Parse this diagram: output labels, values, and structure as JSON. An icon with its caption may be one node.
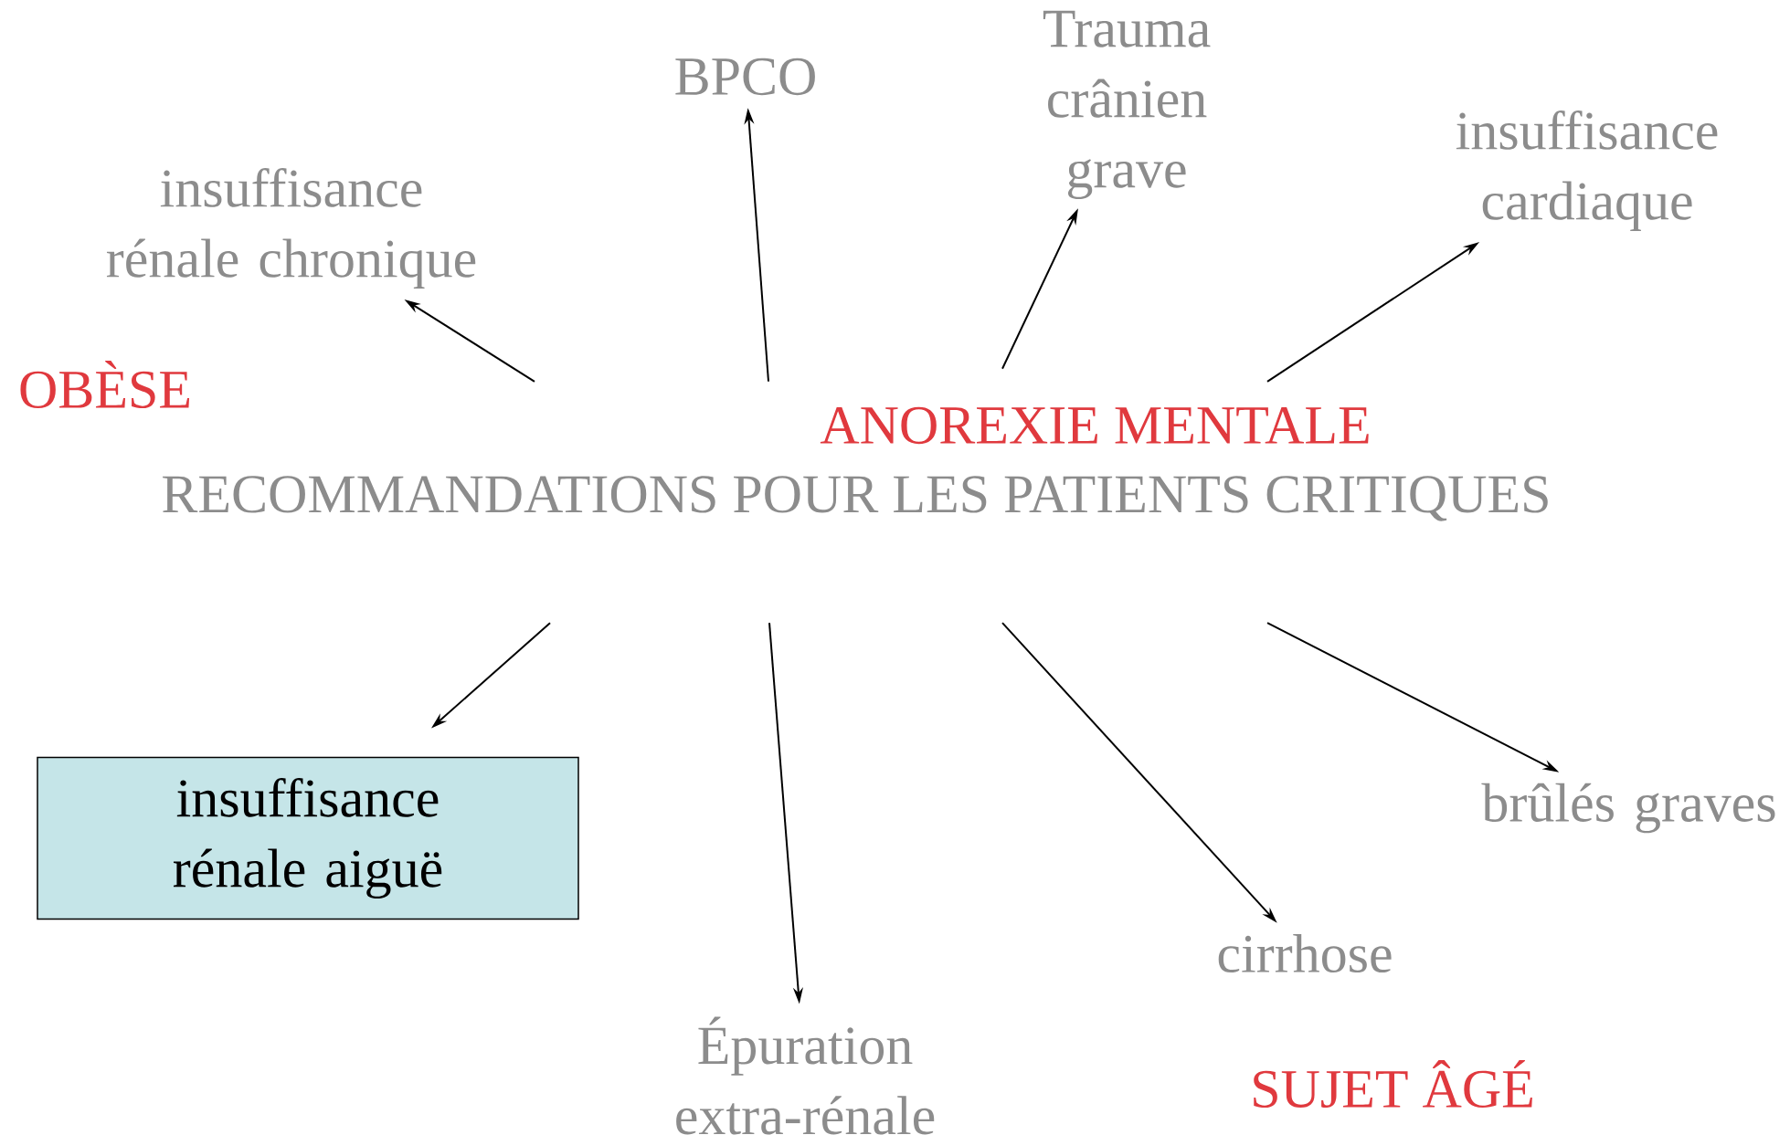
{
  "diagram": {
    "nodes": [
      {
        "text": [
          "RECOMMANDATIONS POUR LES PATIENTS CRITIQUES"
        ]
      },
      {
        "text": [
          "insuffisance rénale chronique"
        ]
      },
      {
        "text": [
          "BPCO"
        ]
      },
      {
        "text": [
          "Trauma crânien grave"
        ]
      },
      {
        "text": [
          "insuffisance cardiaque"
        ]
      },
      {
        "text": [
          "insuffisance rénale aiguë"
        ]
      },
      {
        "text": [
          "Épuration extra-rénale"
        ]
      },
      {
        "text": [
          "cirrhose"
        ]
      },
      {
        "text": [
          "brûlés graves"
        ]
      }
    ],
    "edges": [
      {
        "from": 0,
        "to": 1,
        "arrow": "to"
      },
      {
        "from": 0,
        "to": 2,
        "arrow": "to"
      },
      {
        "from": 0,
        "to": 3,
        "arrow": "to"
      },
      {
        "from": 0,
        "to": 4,
        "arrow": "to"
      },
      {
        "from": 0,
        "to": 5,
        "arrow": "to"
      },
      {
        "from": 0,
        "to": 6,
        "arrow": "to"
      },
      {
        "from": 0,
        "to": 7,
        "arrow": "to"
      },
      {
        "from": 0,
        "to": 8,
        "arrow": "to"
      }
    ],
    "labels": [
      "OBÈSE",
      "ANOREXIE MENTALE",
      "SUJET ÂGÉ"
    ]
  }
}
